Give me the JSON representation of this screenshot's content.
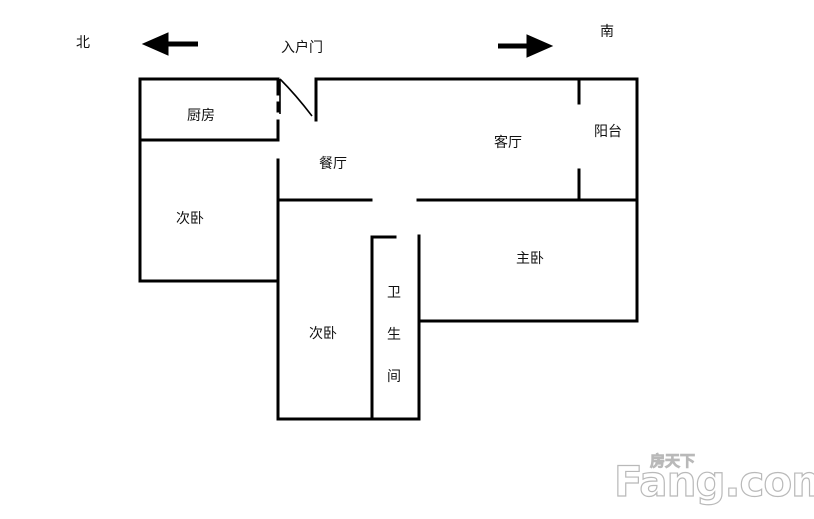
{
  "compass": {
    "north": "北",
    "south": "南"
  },
  "entrance": "入户门",
  "rooms": {
    "kitchen": "厨房",
    "dining": "餐厅",
    "living": "客厅",
    "balcony": "阳台",
    "second_bedroom_left": "次卧",
    "second_bedroom_center": "次卧",
    "master_bedroom": "主卧",
    "bathroom_chars": [
      "卫",
      "生",
      "间"
    ]
  },
  "watermark": {
    "brand": "Fang.com",
    "brand_cn": "房天下"
  }
}
